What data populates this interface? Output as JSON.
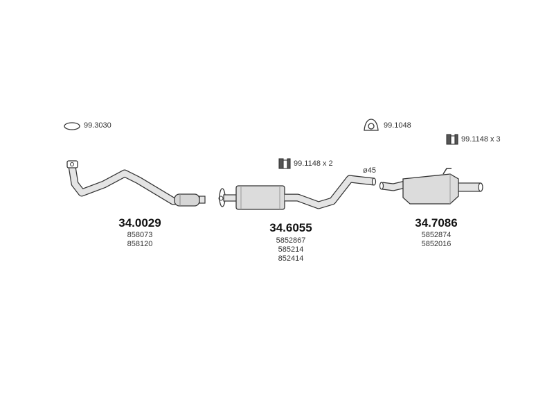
{
  "accessories": {
    "ring": "99.3030",
    "hanger_top": "99.1048",
    "clamp_right": "99.1148 x 3",
    "clamp_middle": "99.1148 x 2"
  },
  "diameter_label": "ø45",
  "parts": [
    {
      "number": "34.0029",
      "refs": [
        "858073",
        "858120"
      ]
    },
    {
      "number": "34.6055",
      "refs": [
        "5852867",
        "585214",
        "852414"
      ]
    },
    {
      "number": "34.7086",
      "refs": [
        "5852874",
        "5852016"
      ]
    }
  ],
  "colors": {
    "stroke": "#333333",
    "fill": "#dcdcdc",
    "shade": "#bdbdbd"
  }
}
